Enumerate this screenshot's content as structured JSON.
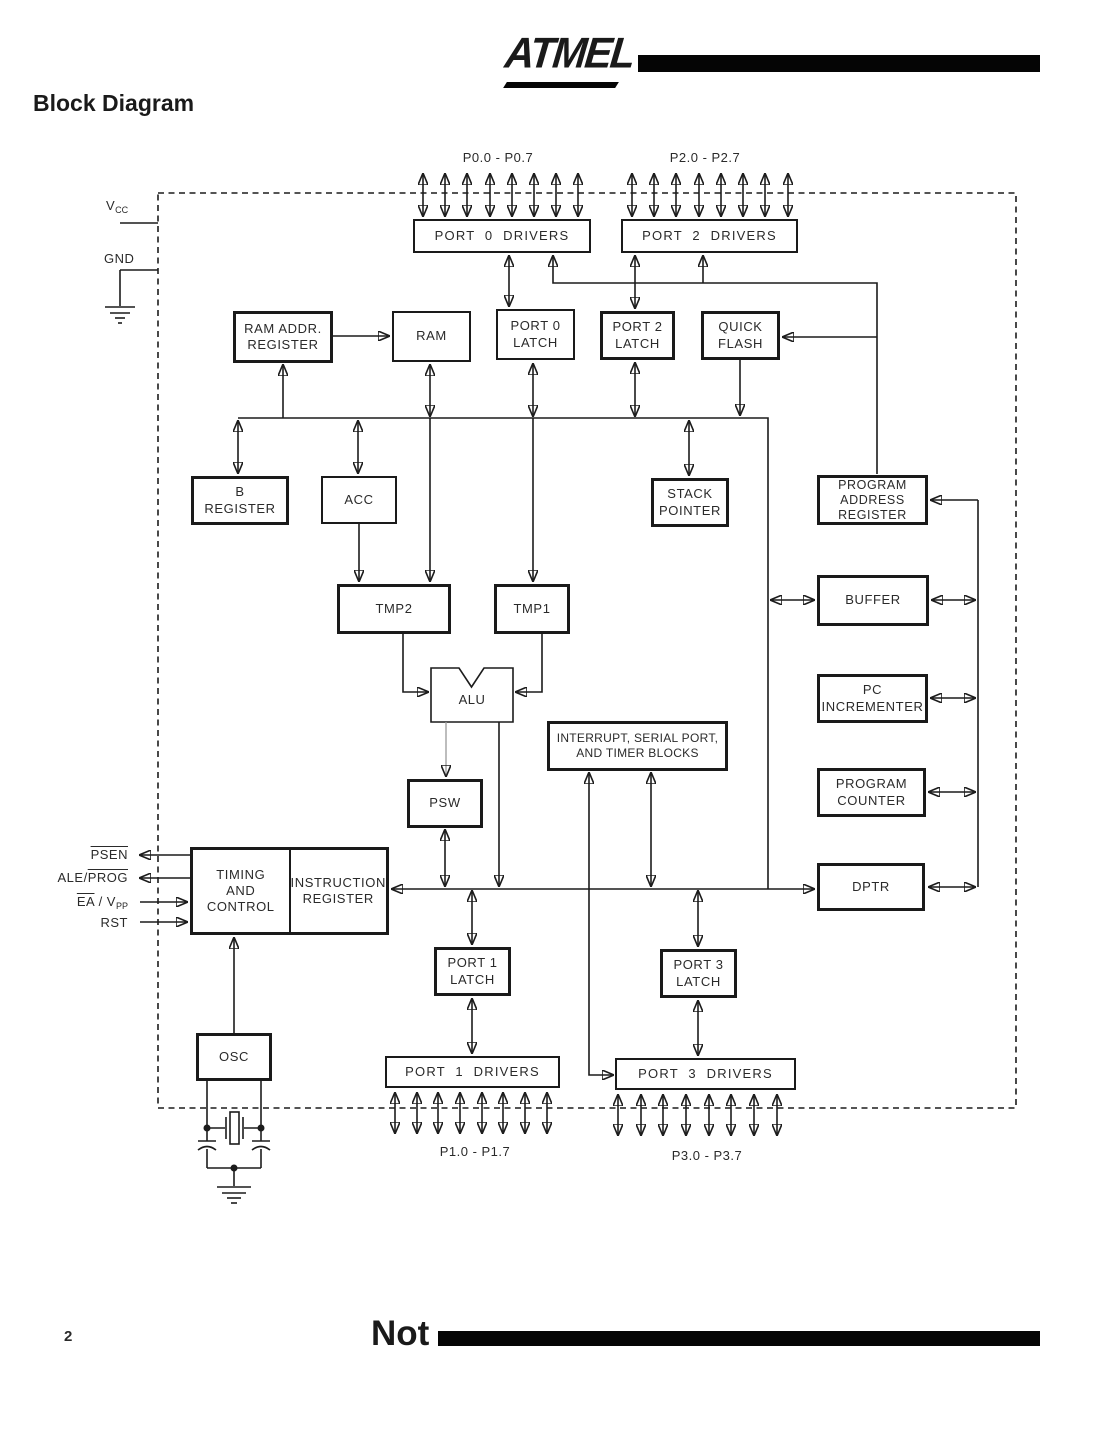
{
  "page": {
    "brand": "ATMEL",
    "title": "Block Diagram",
    "page_number": "2",
    "footer_text": "Not"
  },
  "colors": {
    "ink": "#1a1a1a",
    "background": "#ffffff"
  },
  "port_labels": {
    "p0": "P0.0  -  P0.7",
    "p2": "P2.0  -  P2.7",
    "p1": "P1.0  -  P1.7",
    "p3": "P3.0  -  P3.7"
  },
  "pins": {
    "vcc_base": "V",
    "vcc_sub": "CC",
    "gnd": "GND",
    "psen": "PSEN",
    "ale_prefix": "ALE/",
    "ale_overline": "PROG",
    "ea": "EA",
    "ea_sep": " / V",
    "ea_sub": "PP",
    "rst": "RST"
  },
  "blocks": {
    "port0_drivers": "PORT 0 DRIVERS",
    "port2_drivers": "PORT 2 DRIVERS",
    "ram_addr_register": "RAM ADDR.\nREGISTER",
    "ram": "RAM",
    "port0_latch": "PORT 0\nLATCH",
    "port2_latch": "PORT 2\nLATCH",
    "quick_flash": "QUICK\nFLASH",
    "b_register": "B\nREGISTER",
    "acc": "ACC",
    "stack_pointer": "STACK\nPOINTER",
    "program_address_register": "PROGRAM\nADDRESS\nREGISTER",
    "tmp2": "TMP2",
    "tmp1": "TMP1",
    "buffer": "BUFFER",
    "alu": "ALU",
    "pc_incrementer": "PC\nINCREMENTER",
    "interrupt_block": "INTERRUPT,  SERIAL  PORT,\nAND  TIMER  BLOCKS",
    "psw": "PSW",
    "program_counter": "PROGRAM\nCOUNTER",
    "timing_control": "TIMING\nAND\nCONTROL",
    "instruction_register": "INSTRUCTION\nREGISTER",
    "dptr": "DPTR",
    "port1_latch": "PORT 1\nLATCH",
    "port3_latch": "PORT 3\nLATCH",
    "osc": "OSC",
    "port1_drivers": "PORT 1  DRIVERS",
    "port3_drivers": "PORT 3  DRIVERS"
  }
}
